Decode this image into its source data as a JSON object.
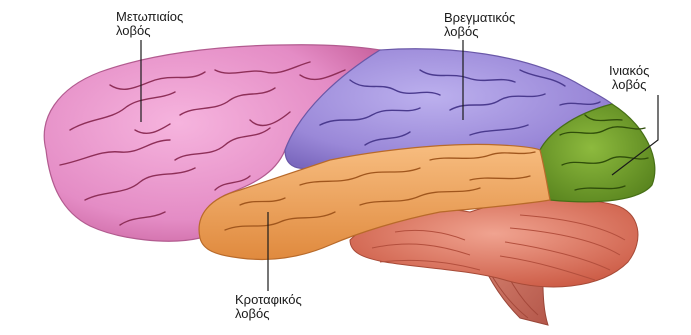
{
  "labels": {
    "frontal": {
      "line1": "Μετωπιαίος",
      "line2": "λοβός"
    },
    "parietal": {
      "line1": "Βρεγματικός",
      "line2": "λοβός"
    },
    "occipital": {
      "line1": "Ινιακός",
      "line2": "λοβός"
    },
    "temporal": {
      "line1": "Κροταφικός",
      "line2": "λοβός"
    }
  },
  "colors": {
    "frontal": "#e890c8",
    "parietal": "#9f8fdc",
    "occipital": "#6f9a2c",
    "temporal": "#f0a35e",
    "cerebellum": "#d96e5a",
    "brainstem": "#c9705f",
    "sulcus": "#8e2f58"
  }
}
